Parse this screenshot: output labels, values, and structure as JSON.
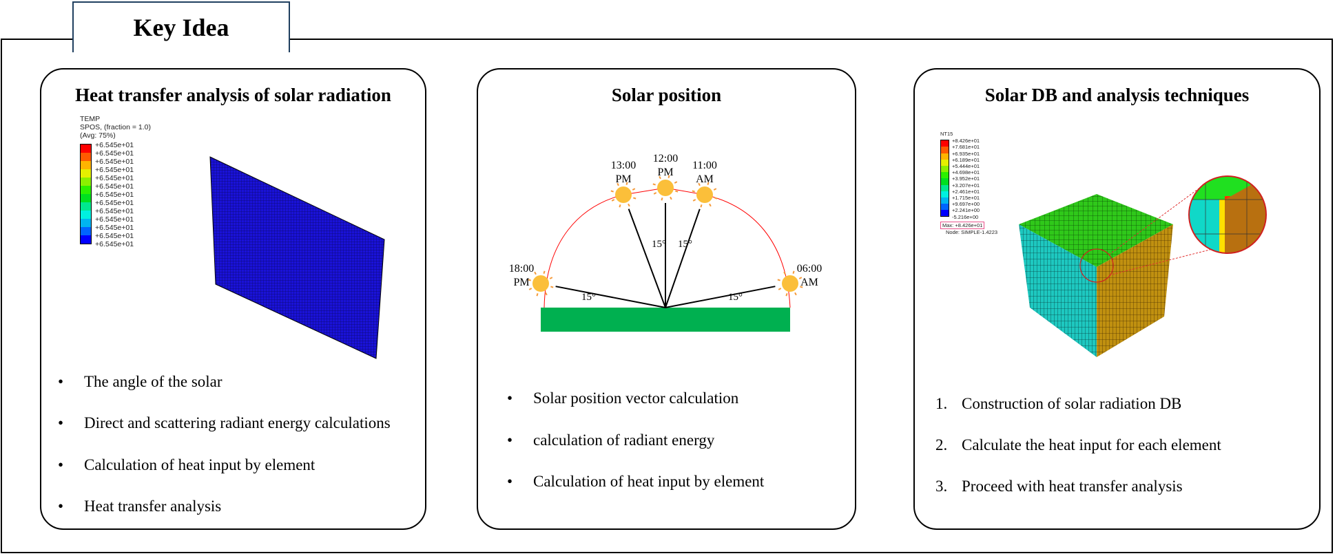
{
  "header": {
    "title": "Key Idea"
  },
  "panels": [
    {
      "title": "Heat transfer analysis of solar radiation",
      "legend": {
        "lines": [
          "TEMP",
          "SPOS, (fraction = 1.0)",
          "(Avg: 75%)"
        ],
        "values": [
          "+6.545e+01",
          "+6.545e+01",
          "+6.545e+01",
          "+6.545e+01",
          "+6.545e+01",
          "+6.545e+01",
          "+6.545e+01",
          "+6.545e+01",
          "+6.545e+01",
          "+6.545e+01",
          "+6.545e+01",
          "+6.545e+01",
          "+6.545e+01"
        ]
      },
      "bullets": [
        "The angle of the solar",
        "Direct and scattering radiant energy calculations",
        "Calculation of heat input by element",
        "Heat transfer analysis"
      ]
    },
    {
      "title": "Solar position",
      "diagram": {
        "suns": [
          {
            "time": "18:00",
            "ampm": "PM"
          },
          {
            "time": "13:00",
            "ampm": "PM"
          },
          {
            "time": "12:00",
            "ampm": "PM"
          },
          {
            "time": "11:00",
            "ampm": "AM"
          },
          {
            "time": "06:00",
            "ampm": "AM"
          }
        ],
        "angle_label": "15°"
      },
      "bullets": [
        "Solar position vector calculation",
        "calculation of radiant energy",
        "Calculation of heat input by element"
      ]
    },
    {
      "title": "Solar DB and analysis techniques",
      "legend": {
        "title": "NT15",
        "values": [
          "+8.426e+01",
          "+7.681e+01",
          "+6.935e+01",
          "+6.189e+01",
          "+5.444e+01",
          "+4.698e+01",
          "+3.952e+01",
          "+3.207e+01",
          "+2.461e+01",
          "+1.715e+01",
          "+9.697e+00",
          "+2.241e+00",
          "-5.216e+00"
        ],
        "max": "Max: +8.426e+01",
        "node": "Node: SIMPLE-1.4223"
      },
      "items": [
        {
          "num": "1.",
          "text": "Construction of solar radiation DB"
        },
        {
          "num": "2.",
          "text": "Calculate the heat input for each element"
        },
        {
          "num": "3.",
          "text": "Proceed with heat transfer analysis"
        }
      ]
    }
  ],
  "colors": {
    "ground": "#00b050",
    "sun": "#fbbf3a",
    "arc": "#ff0000",
    "scale": [
      "#ff0000",
      "#ff5a00",
      "#ffb400",
      "#e6f000",
      "#8cf000",
      "#2cf000",
      "#00e020",
      "#00e890",
      "#00f0e0",
      "#00b4f0",
      "#0064ff",
      "#0000ff"
    ]
  }
}
